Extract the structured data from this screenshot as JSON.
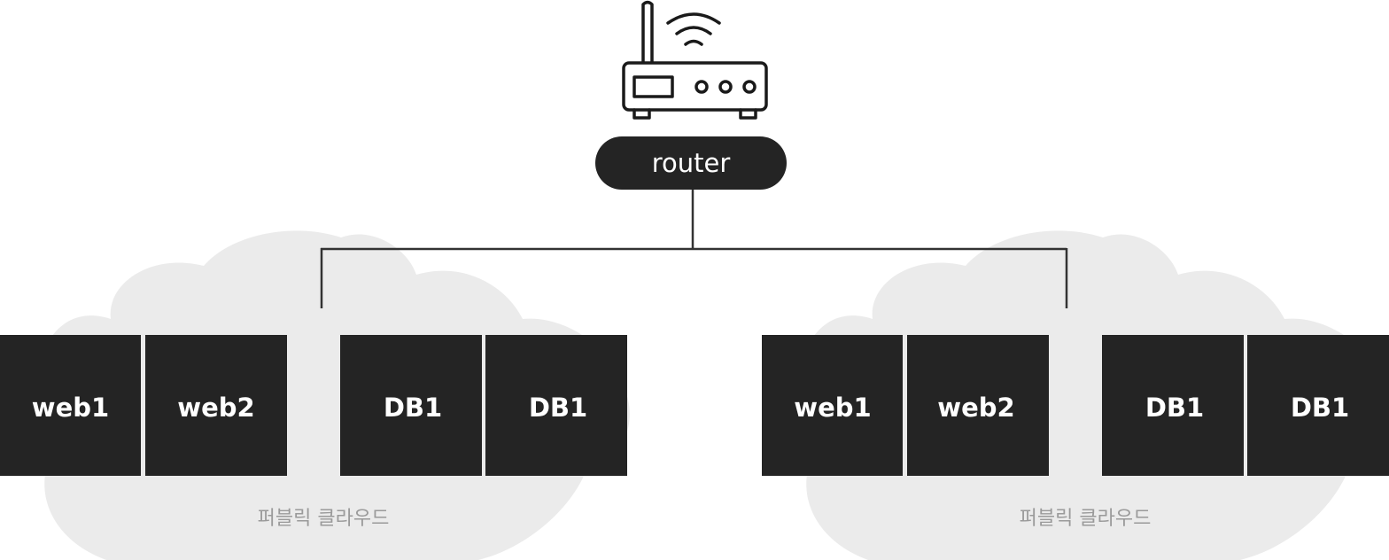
{
  "router": {
    "label": "router",
    "icon": "wifi-router-icon"
  },
  "clouds": [
    {
      "label": "퍼블릭 클라우드",
      "servers": [
        "web1",
        "web2",
        "DB1",
        "DB1"
      ]
    },
    {
      "label": "퍼블릭 클라우드",
      "servers": [
        "web1",
        "web2",
        "DB1",
        "DB1"
      ]
    }
  ],
  "colors": {
    "node_fill": "#242424",
    "cloud_fill": "#ebebeb",
    "line": "#333333",
    "cloud_label": "#9a9a9a"
  }
}
